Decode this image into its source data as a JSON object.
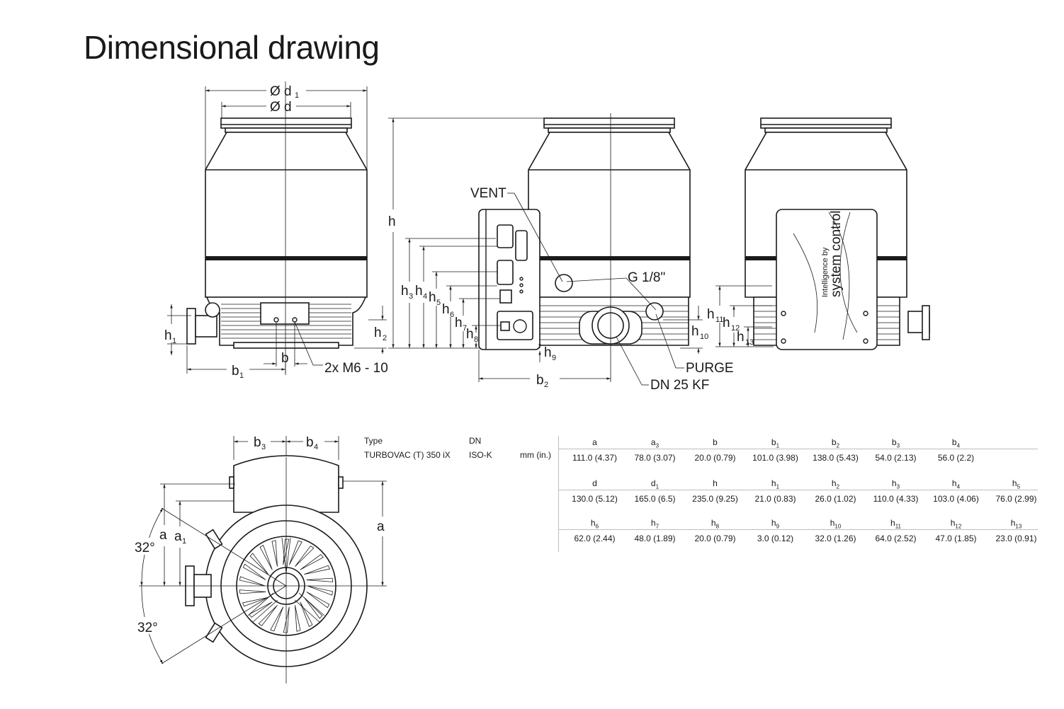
{
  "title": "Dimensional drawing",
  "labels": {
    "phi_d1_prefix": "Ø d",
    "phi_d": "Ø d",
    "h": "h",
    "vent": "VENT",
    "g18": "G 1/8\"",
    "purge": "PURGE",
    "dn25kf": "DN 25 KF",
    "m6": "2x M6 - 10",
    "b": "b",
    "sys_brand": "system control",
    "sys_sub": "Intelligence by",
    "angle_top": "32°",
    "angle_bottom": "32°",
    "a": "a",
    "a_right": "a"
  },
  "table": {
    "col_type": "Type",
    "col_dn": "DN",
    "type_value": "TURBOVAC  (T) 350 iX",
    "dn_value": "ISO-K",
    "unit": "mm (in.)",
    "groups": [
      {
        "headers": [
          {
            "base": "a",
            "sub": ""
          },
          {
            "base": "a",
            "sub": "3"
          },
          {
            "base": "b",
            "sub": ""
          },
          {
            "base": "b",
            "sub": "1"
          },
          {
            "base": "b",
            "sub": "2"
          },
          {
            "base": "b",
            "sub": "3"
          },
          {
            "base": "b",
            "sub": "4"
          }
        ],
        "values": [
          "111.0 (4.37)",
          "78.0 (3.07)",
          "20.0 (0.79)",
          "101.0 (3.98)",
          "138.0 (5.43)",
          "54.0 (2.13)",
          "56.0 (2.2)"
        ]
      },
      {
        "headers": [
          {
            "base": "d",
            "sub": ""
          },
          {
            "base": "d",
            "sub": "1"
          },
          {
            "base": "h",
            "sub": ""
          },
          {
            "base": "h",
            "sub": "1"
          },
          {
            "base": "h",
            "sub": "2"
          },
          {
            "base": "h",
            "sub": "3"
          },
          {
            "base": "h",
            "sub": "4"
          },
          {
            "base": "h",
            "sub": "5"
          }
        ],
        "values": [
          "130.0 (5.12)",
          "165.0 (6.5)",
          "235.0 (9.25)",
          "21.0 (0.83)",
          "26.0 (1.02)",
          "110.0 (4.33)",
          "103.0 (4.06)",
          "76.0 (2.99)"
        ]
      },
      {
        "headers": [
          {
            "base": "h",
            "sub": "6"
          },
          {
            "base": "h",
            "sub": "7"
          },
          {
            "base": "h",
            "sub": "8"
          },
          {
            "base": "h",
            "sub": "9"
          },
          {
            "base": "h",
            "sub": "10"
          },
          {
            "base": "h",
            "sub": "11"
          },
          {
            "base": "h",
            "sub": "12"
          },
          {
            "base": "h",
            "sub": "13"
          }
        ],
        "values": [
          "62.0 (2.44)",
          "48.0 (1.89)",
          "20.0 (0.79)",
          "3.0 (0.12)",
          "32.0 (1.26)",
          "64.0 (2.52)",
          "47.0 (1.85)",
          "23.0 (0.91)"
        ]
      }
    ]
  }
}
